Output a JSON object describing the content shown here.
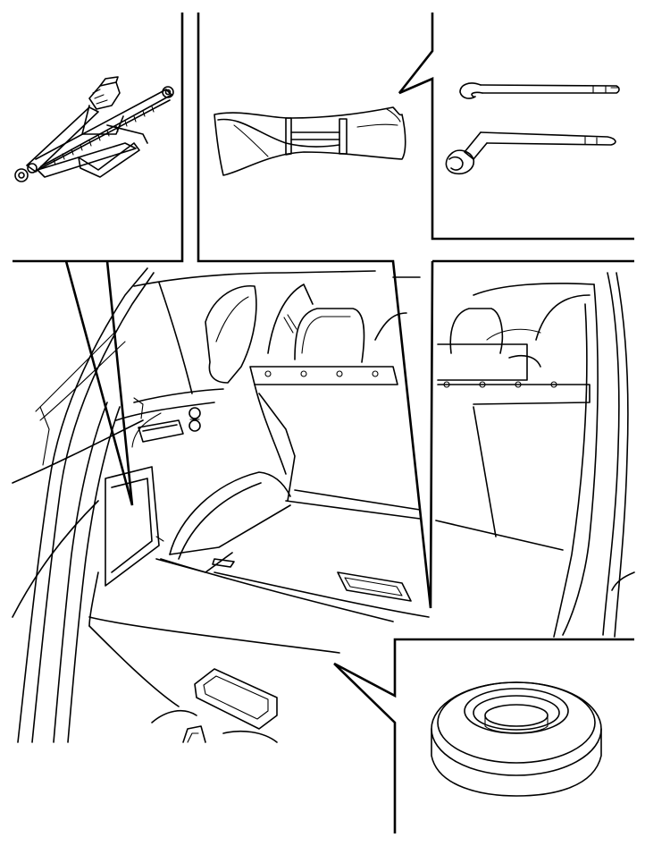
{
  "figure": {
    "background": "#ffffff",
    "line_color": "#000000",
    "components": [
      {
        "id": "jack",
        "icon": "scissor-jack-icon"
      },
      {
        "id": "tool-bag",
        "icon": "tool-bag-icon"
      },
      {
        "id": "tools",
        "icon": "wrench-icon"
      },
      {
        "id": "spare-tire",
        "icon": "spare-tire-icon"
      }
    ]
  }
}
